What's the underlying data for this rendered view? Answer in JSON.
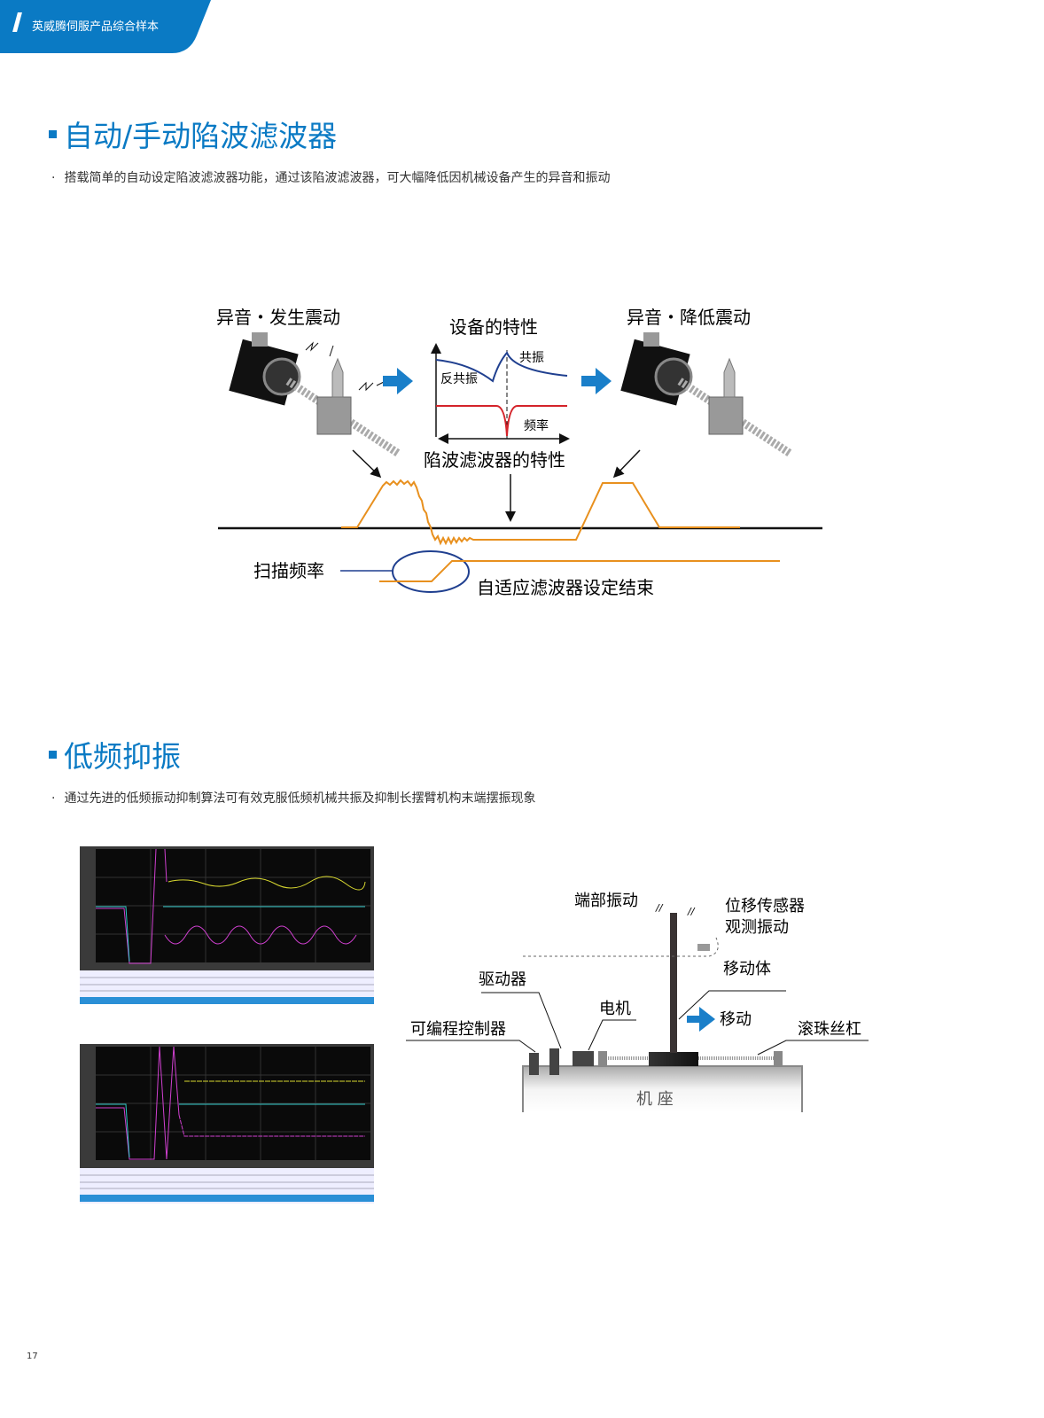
{
  "header": {
    "title": "英威腾伺服产品综合样本"
  },
  "section1": {
    "title": "自动/手动陷波滤波器",
    "bullet": "搭载简单的自动设定陷波滤波器功能，通过该陷波滤波器，可大幅降低因机械设备产生的异音和振动",
    "diagram": {
      "left_label": "异音・发生震动",
      "center_title": "设备的特性",
      "anti_resonance": "反共振",
      "resonance": "共振",
      "frequency": "频率",
      "notch_label": "陷波滤波器的特性",
      "right_label": "异音・降低震动",
      "sweep_label": "扫描频率",
      "end_label": "自适应滤波器设定结束"
    }
  },
  "section2": {
    "title": "低频抑振",
    "bullet": "通过先进的低频振动抑制算法可有效克服低频机械共振及抑制长摆臂机构末端摆振现象",
    "diagram": {
      "tip_vibration": "端部振动",
      "sensor": "位移传感器",
      "sensor2": "观测振动",
      "moving_body": "移动体",
      "driver": "驱动器",
      "motor": "电机",
      "move": "移动",
      "plc": "可编程控制器",
      "ball_screw": "滚珠丝杠",
      "base": "机 座"
    }
  },
  "colors": {
    "brand": "#0a7ac4",
    "orange": "#e8901e",
    "navy": "#1f3f8f",
    "red": "#d4232a"
  },
  "page_number": "17"
}
